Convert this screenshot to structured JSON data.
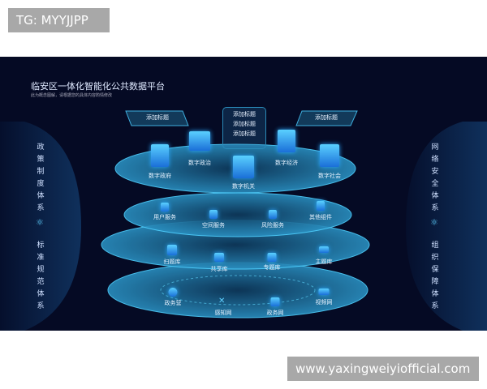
{
  "watermarks": {
    "top": "TG: MYYJJPP",
    "bottom": "www.yaxingweiyiofficial.com"
  },
  "header": {
    "title": "临安区一体化智能化公共数据平台",
    "subtitle": "此为概念图解，请根据您的具体内容酌情修改"
  },
  "tags": {
    "left": "添加标题",
    "right": "添加标题",
    "center": [
      "添加标题",
      "添加标题",
      "添加标题"
    ]
  },
  "left_side": {
    "top": "政策制度体系",
    "bottom": "标准规范体系"
  },
  "right_side": {
    "top": "网络安全体系",
    "bottom": "组织保障体系"
  },
  "layers": [
    {
      "items": [
        "数字政府",
        "数字政治",
        "数字机关",
        "数字经济",
        "数字社会"
      ]
    },
    {
      "items": [
        "用户服务",
        "空间服务",
        "风险服务",
        "其他组件"
      ]
    },
    {
      "items": [
        "扫题库",
        "共享库",
        "专题库",
        "主题库"
      ]
    },
    {
      "items": [
        "政务营",
        "感知网",
        "政务网",
        "视频网"
      ]
    }
  ],
  "colors": {
    "background": "#050a24",
    "disc": "#1d6f9a",
    "glow": "#3fd0ff"
  }
}
